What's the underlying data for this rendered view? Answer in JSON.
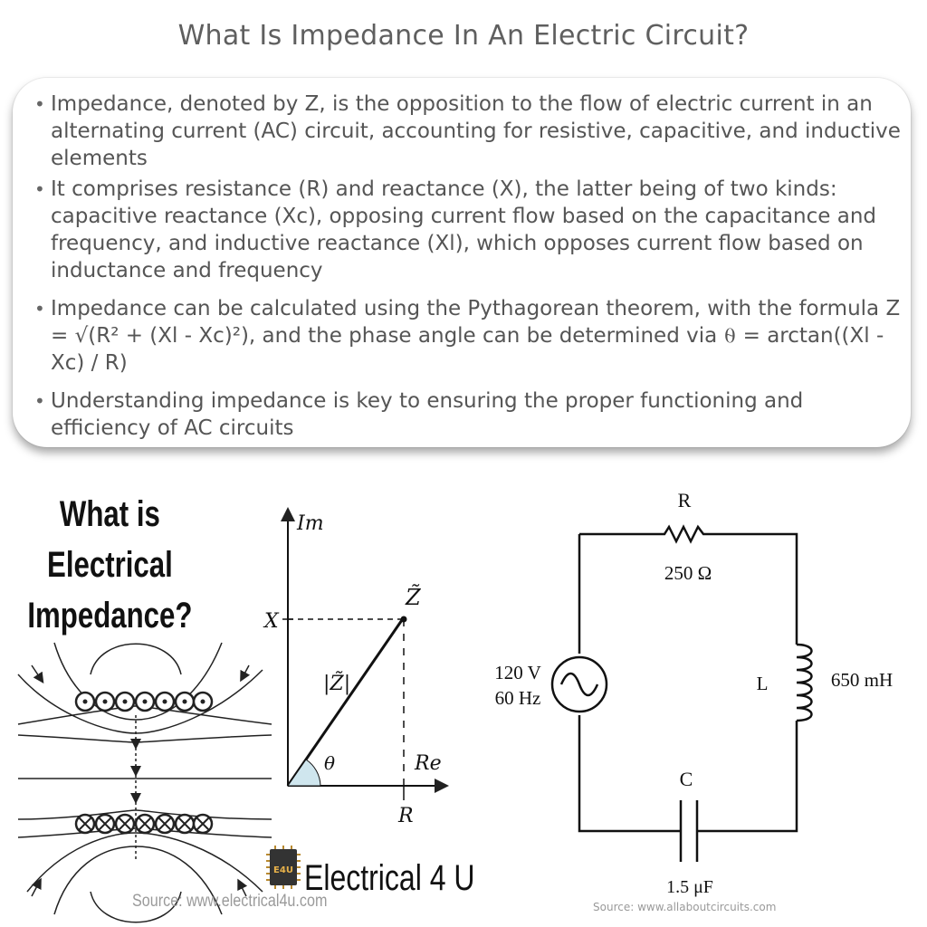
{
  "title": "What Is Impedance In An Electric Circuit?",
  "bullets": [
    "Impedance, denoted by Z, is the opposition to the flow of electric current in an alternating current (AC) circuit, accounting for resistive, capacitive, and inductive elements",
    "It comprises resistance (R) and reactance (X), the latter being of two kinds: capacitive reactance (Xc), opposing current flow based on the capacitance and frequency, and inductive reactance (Xl), which opposes current flow based on inductance and frequency",
    "Impedance can be calculated using the Pythagorean theorem, with the formula Z = √(R² + (Xl - Xc)²), and the phase angle can be determined via ⍬ = arctan((Xl - Xc) / R)",
    "Understanding impedance is key to ensuring the proper functioning and efficiency of AC circuits"
  ],
  "left_figure": {
    "heading": "What is Electrical Impedance?",
    "brand": "Electrical 4 U",
    "logo_text": "E4U",
    "source": "Source: www.electrical4u.com"
  },
  "phasor": {
    "im_label": "Im",
    "re_label": "Re",
    "x_label": "X",
    "r_label": "R",
    "z_label": "Z̃",
    "mag_label": "|Z̃|",
    "theta_label": "θ"
  },
  "circuit": {
    "resistor_label": "R",
    "resistor_value": "250 Ω",
    "source_voltage": "120 V",
    "source_freq": "60 Hz",
    "inductor_label": "L",
    "inductor_value": "650 mH",
    "capacitor_label": "C",
    "capacitor_value": "1.5 μF",
    "source": "Source: www.allaboutcircuits.com"
  }
}
